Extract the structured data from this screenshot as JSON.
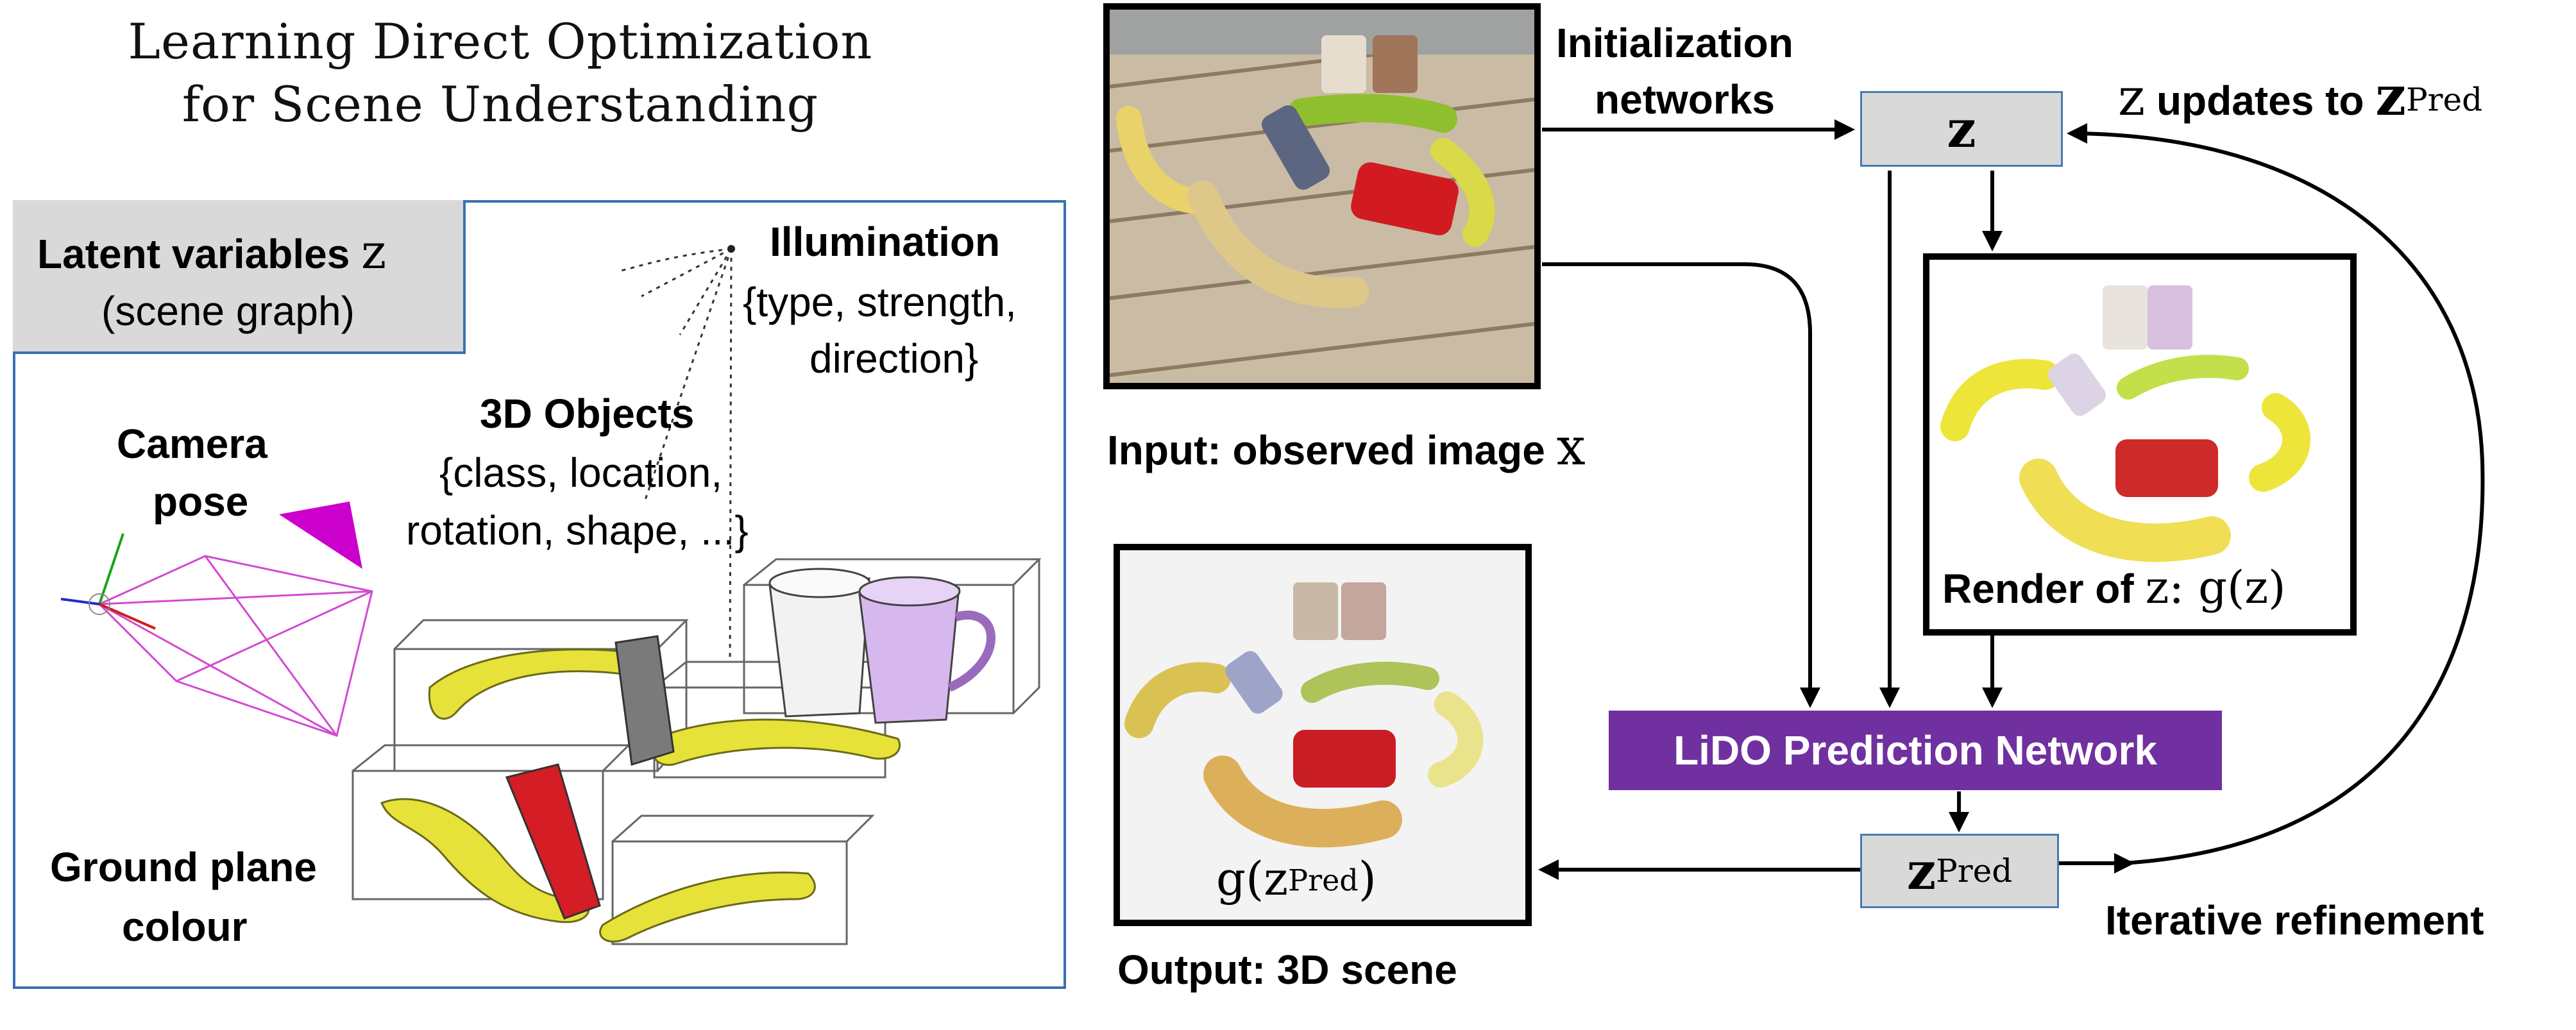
{
  "title": {
    "line1": "Learning Direct Optimization",
    "line2": "for Scene Understanding"
  },
  "scene_graph": {
    "latent_title": "Latent variables ",
    "latent_symbol": "z",
    "latent_subtitle": "(scene graph)",
    "illumination_title": "Illumination",
    "illumination_attrs_1": "{type, strength,",
    "illumination_attrs_2": "direction}",
    "objects_title": "3D Objects",
    "objects_attrs_1": "{class, location,",
    "objects_attrs_2": "rotation, shape, ...}",
    "camera_title_1": "Camera",
    "camera_title_2": "pose",
    "ground_title_1": "Ground plane",
    "ground_title_2": "colour"
  },
  "pipeline": {
    "init_label_1": "Initialization",
    "init_label_2": "networks",
    "z_label": "z",
    "z_updates_prefix": "z",
    "z_updates_text": " updates to ",
    "z_updates_symbol": "z",
    "z_updates_sup": "Pred",
    "input_label": "Input: observed image ",
    "input_symbol": "x",
    "render_label_bold": "Render of ",
    "render_label_math": "z: g(z)",
    "lido_label": "LiDO Prediction Network",
    "zpred_symbol": "z",
    "zpred_sup": "Pred",
    "output_caption_math": "g(z",
    "output_caption_sup": "Pred",
    "output_caption_close": ")",
    "output_label": "Output: 3D scene",
    "iterative_label": "Iterative refinement"
  },
  "colors": {
    "panel_border": "#3b70b3",
    "latent_fill": "#d9d9d9",
    "lido_fill": "#7030a0",
    "camera_marker": "#cc00cc",
    "banana": "#e6e23a",
    "stapler": "#d41d24"
  }
}
